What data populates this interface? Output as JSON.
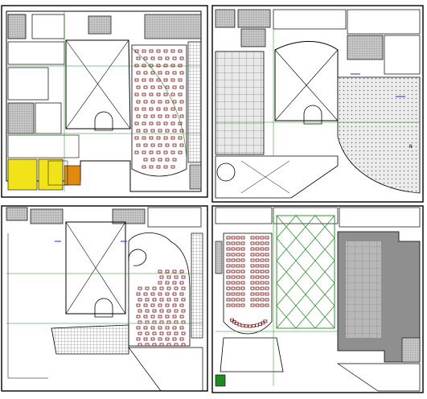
{
  "drawing": {
    "background": "#ffffff",
    "colors": {
      "wall": "#000000",
      "hatch": "#555555",
      "seat": "#7a1010",
      "green": "#1f8a1f",
      "blue": "#1a2fd6",
      "yellow": "#f2e21a",
      "orange": "#e08a10",
      "grey": "#9a9a9a"
    },
    "panels": [
      {
        "id": "plan-top-left"
      },
      {
        "id": "plan-top-right"
      },
      {
        "id": "plan-bottom-left"
      },
      {
        "id": "plan-bottom-right"
      }
    ],
    "labels": {
      "arrow_mark": "N"
    }
  }
}
